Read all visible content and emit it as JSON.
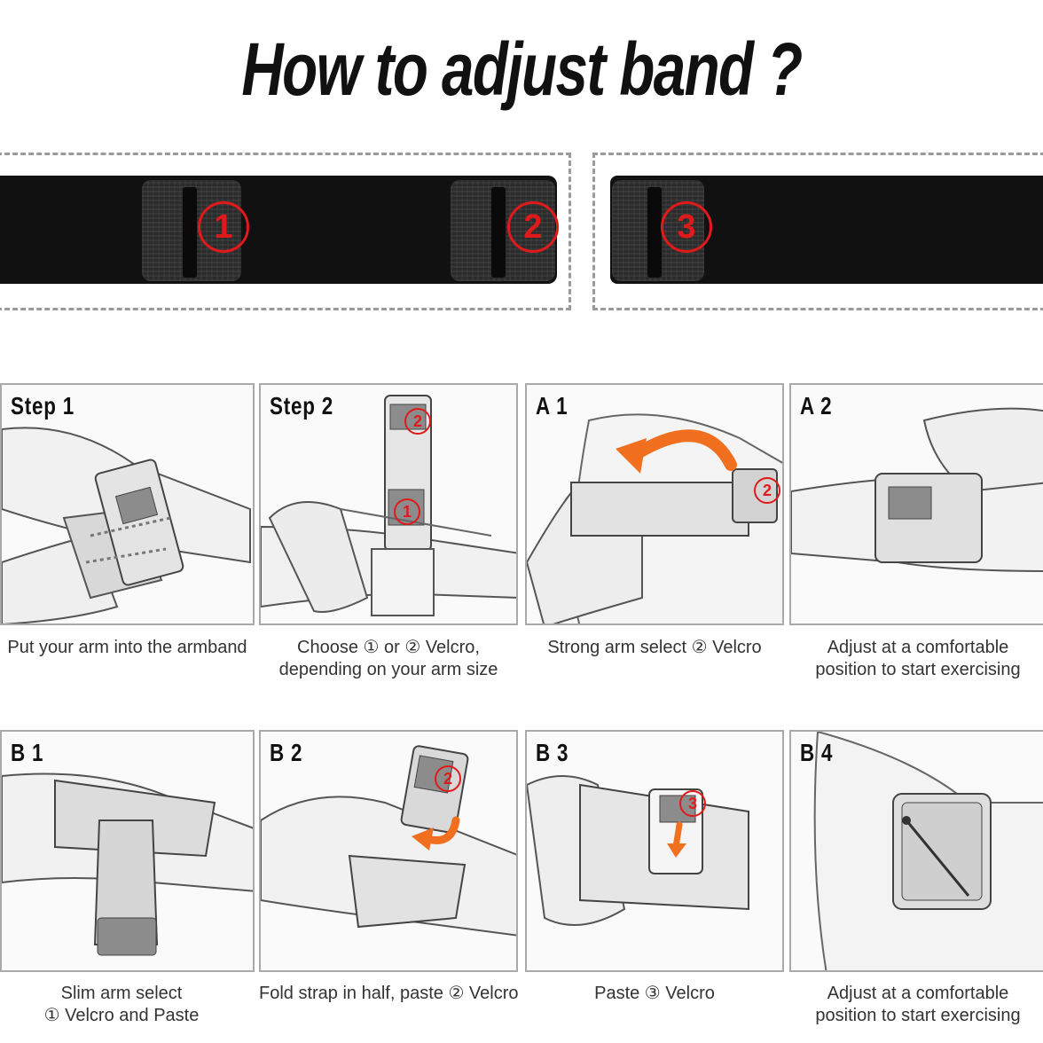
{
  "title": "How to adjust band ?",
  "band_markers": [
    "1",
    "2",
    "3"
  ],
  "steps": [
    {
      "label": "Step 1",
      "caption_lines": [
        "Put your arm into the armband"
      ]
    },
    {
      "label": "Step 2",
      "caption_lines": [
        "Choose ① or ② Velcro,",
        "depending on your arm size"
      ]
    },
    {
      "label": "A 1",
      "caption_lines": [
        "Strong arm select ② Velcro"
      ]
    },
    {
      "label": "A 2",
      "caption_lines": [
        "Adjust at a comfortable",
        "position to start exercising"
      ]
    },
    {
      "label": "B 1",
      "caption_lines": [
        "Slim arm select",
        "① Velcro and Paste"
      ]
    },
    {
      "label": "B 2",
      "caption_lines": [
        "Fold strap in half, paste ② Velcro"
      ]
    },
    {
      "label": "B 3",
      "caption_lines": [
        "Paste ③ Velcro"
      ]
    },
    {
      "label": "B 4",
      "caption_lines": [
        "Adjust at a comfortable",
        "position to start exercising"
      ]
    }
  ],
  "panel_markers": [
    "2",
    "1",
    "2",
    "2",
    "3"
  ],
  "colors": {
    "accent_red": "#e01a1a",
    "arrow_orange": "#f07020",
    "band_black": "#111111"
  }
}
